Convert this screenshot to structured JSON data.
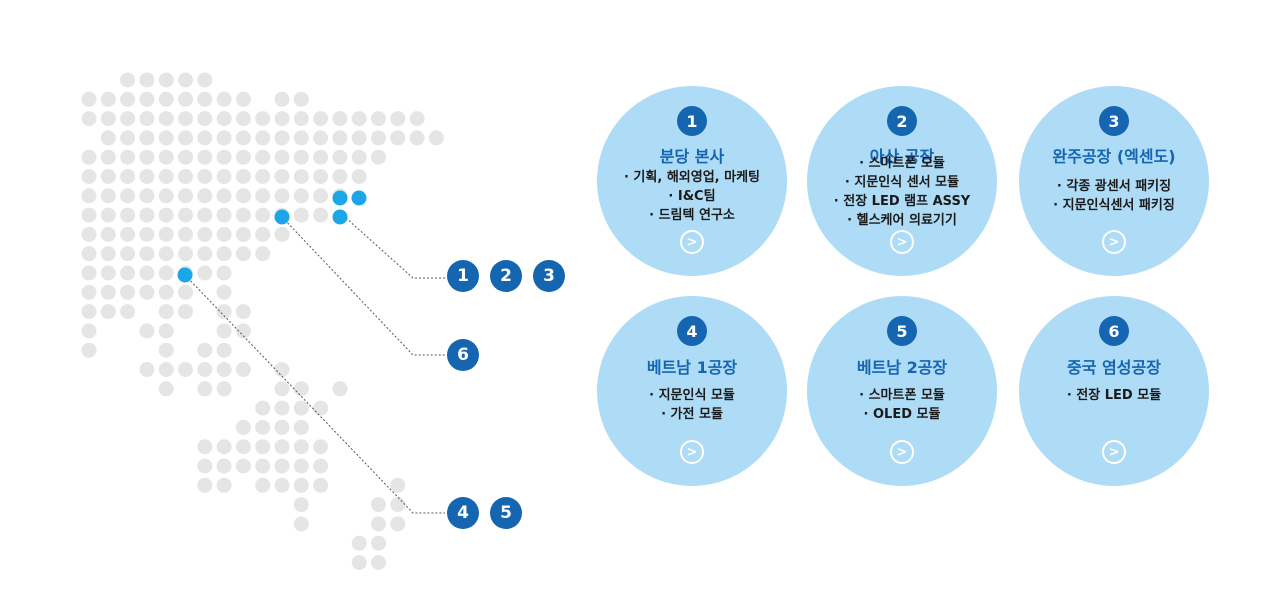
{
  "callouts": {
    "group_a": [
      "1",
      "2",
      "3"
    ],
    "group_b": [
      "6"
    ],
    "group_c": [
      "4",
      "5"
    ]
  },
  "facilities": [
    {
      "num": "1",
      "title": "분당 본사",
      "items": [
        "· 기획, 해외영업, 마케팅",
        "· I&C팀",
        "· 드림텍 연구소"
      ]
    },
    {
      "num": "2",
      "title": "아산 공장",
      "items": [
        "· 스마트폰 모듈",
        "· 지문인식 센서 모듈",
        "· 전장 LED 램프 ASSY",
        "· 헬스케어 의료기기"
      ]
    },
    {
      "num": "3",
      "title": "완주공장 (엑센도)",
      "items": [
        "· 각종 광센서 패키징",
        "· 지문인식센서 패키징"
      ]
    },
    {
      "num": "4",
      "title": "베트남 1공장",
      "items": [
        "· 지문인식 모듈",
        "· 가전 모듈"
      ]
    },
    {
      "num": "5",
      "title": "베트남 2공장",
      "items": [
        "· 스마트폰 모듈",
        "· OLED 모듈"
      ]
    },
    {
      "num": "6",
      "title": "중국 염성공장",
      "items": [
        "· 전장 LED 모듈"
      ]
    }
  ],
  "colors": {
    "dot": "#e5e5e5",
    "marker": "#1aa6e8",
    "badge": "#1565b0",
    "card": "#aedcf6",
    "line": "#555555"
  },
  "icons": {
    "go": "circle-arrow-right-icon"
  }
}
